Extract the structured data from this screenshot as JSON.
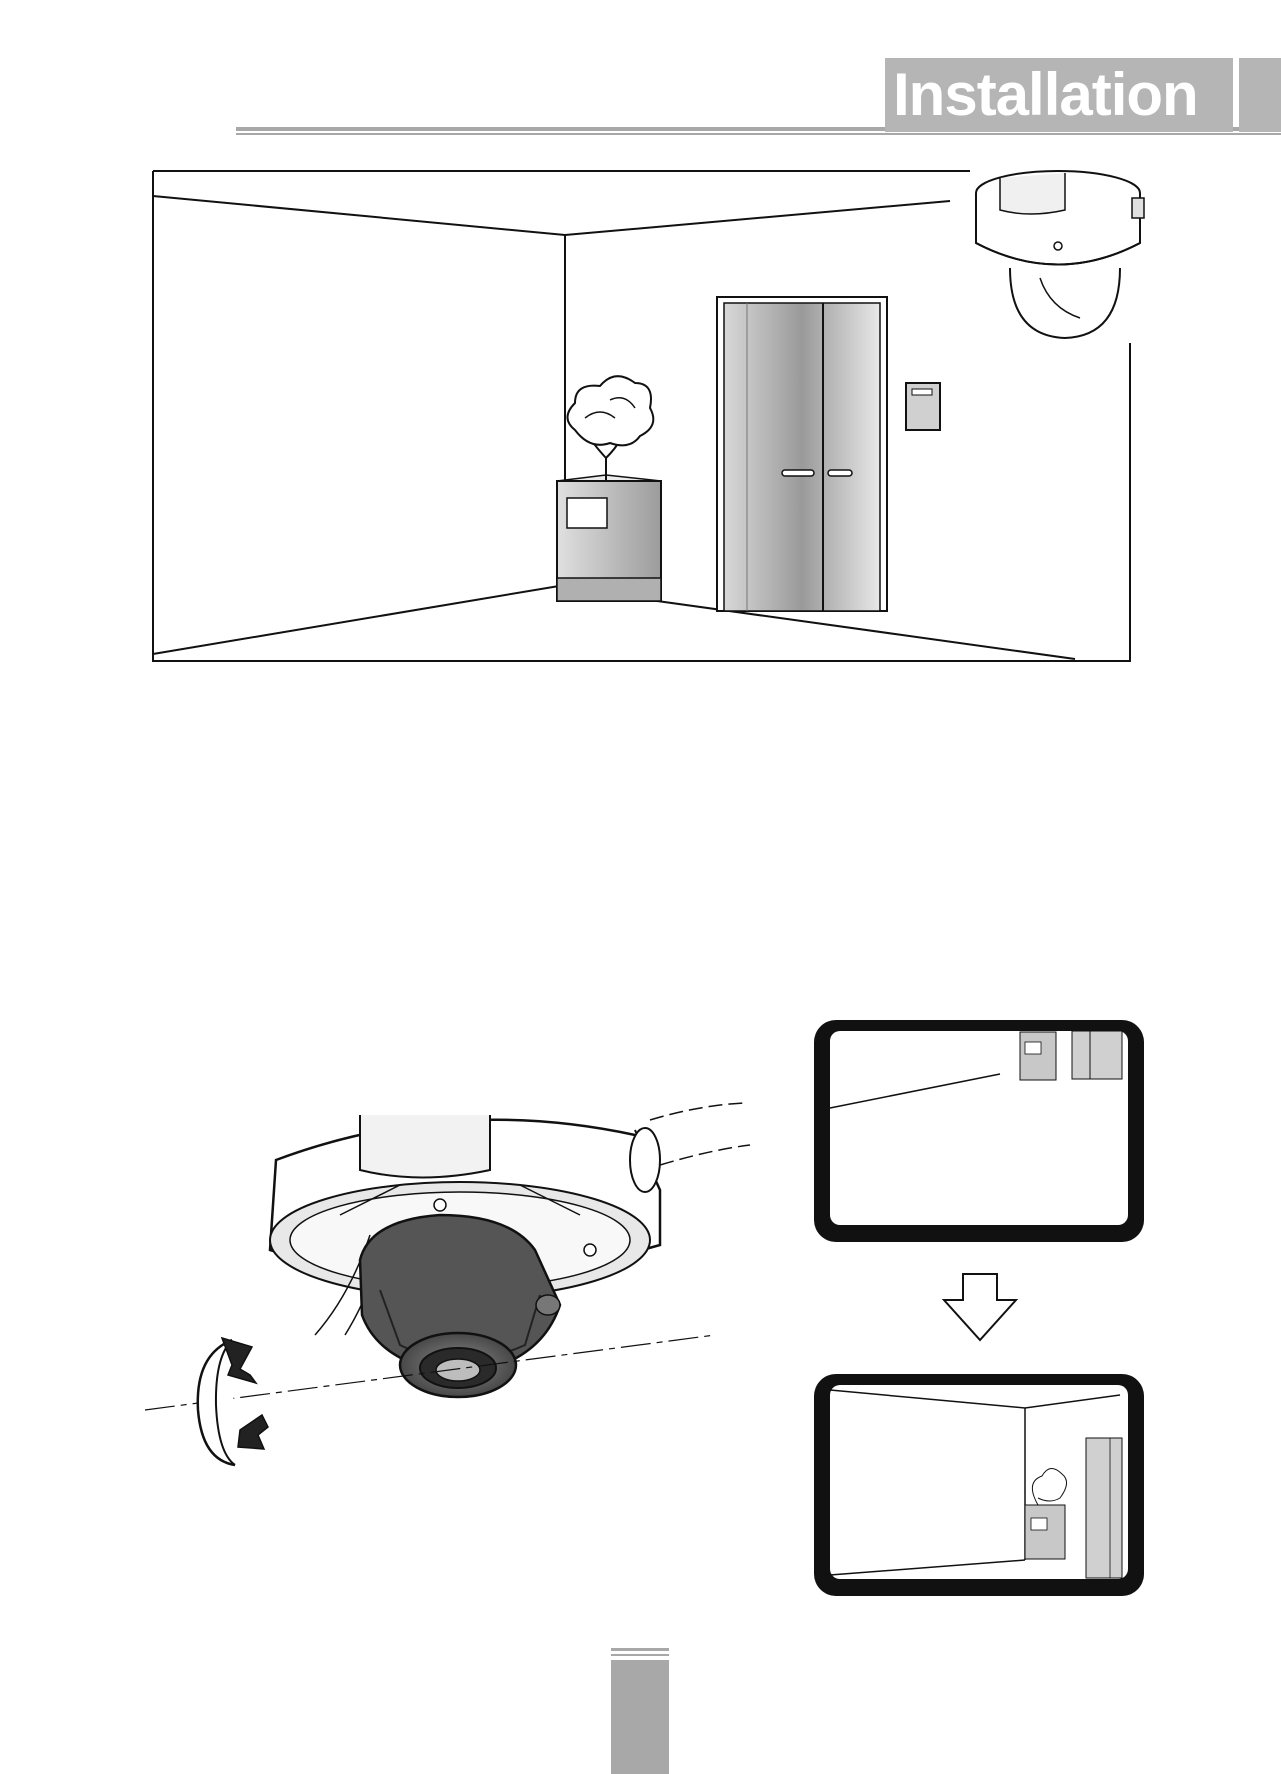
{
  "header": {
    "section_title": "Installation"
  },
  "figures": {
    "room_scene": {
      "icon": "room-with-dome-camera-illustration"
    },
    "camera_adjust": {
      "icon": "dome-camera-lens-rotation-illustration"
    },
    "view_before": {
      "icon": "camera-view-before-monitor"
    },
    "arrow": {
      "icon": "down-arrow-icon"
    },
    "view_after": {
      "icon": "camera-view-after-monitor"
    }
  },
  "colors": {
    "tab_gray": "#b5b5b5",
    "rule_gray": "#a8a8a8",
    "line": "#111111"
  }
}
